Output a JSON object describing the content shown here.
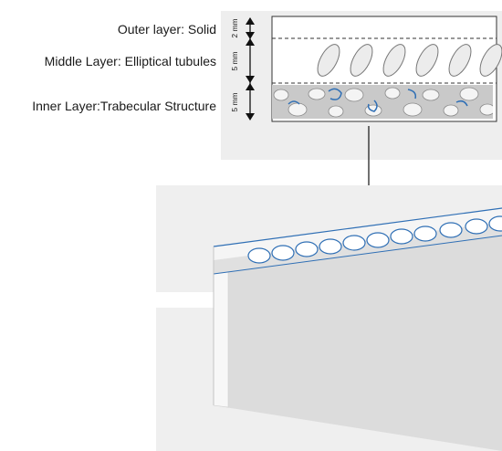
{
  "labels": {
    "outer": "Outer layer: Solid",
    "middle": "Middle Layer: Elliptical tubules",
    "inner": "Inner Layer:Trabecular Structure"
  },
  "dimensions": {
    "outer": "2 mm",
    "middle": "5 mm",
    "inner": "5 mm"
  },
  "colors": {
    "panel": "#eeeeee",
    "block_front": "#d9d9d9",
    "block_top": "#f3f3f3",
    "accent_blue": "#2f6fb5"
  }
}
